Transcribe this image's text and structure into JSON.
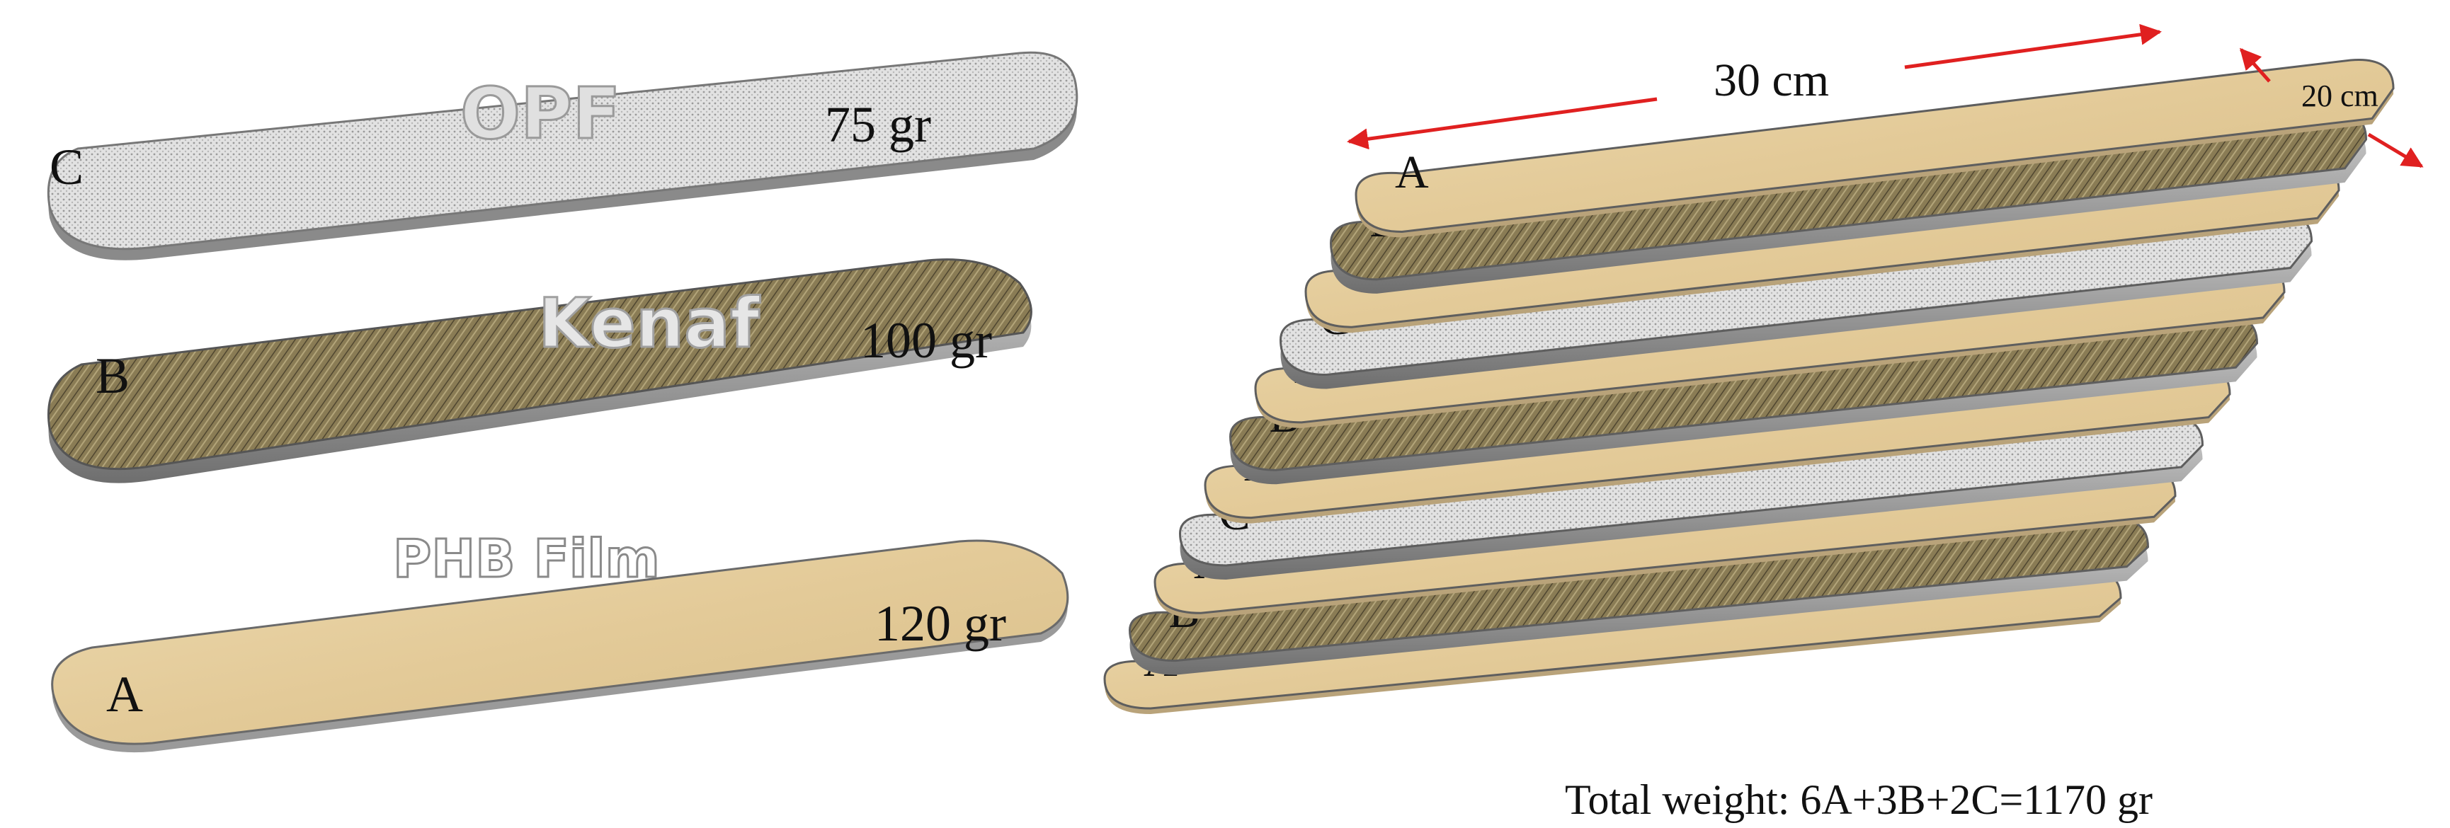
{
  "legend": {
    "opf": {
      "title": "OPF",
      "letter": "C",
      "weight": "75 gr"
    },
    "kenaf": {
      "title": "Kenaf",
      "letter": "B",
      "weight": "100 gr"
    },
    "phb": {
      "title": "PHB Film",
      "letter": "A",
      "weight": "120 gr"
    }
  },
  "dimensions": {
    "length": "30 cm",
    "width": "20 cm"
  },
  "stack": [
    {
      "letter": "A",
      "type": "A"
    },
    {
      "letter": "B",
      "type": "B"
    },
    {
      "letter": "A",
      "type": "A"
    },
    {
      "letter": "C",
      "type": "C"
    },
    {
      "letter": "A",
      "type": "A"
    },
    {
      "letter": "B",
      "type": "B"
    },
    {
      "letter": "A",
      "type": "A"
    },
    {
      "letter": "C",
      "type": "C"
    },
    {
      "letter": "A",
      "type": "A"
    },
    {
      "letter": "B",
      "type": "B"
    },
    {
      "letter": "A",
      "type": "A"
    }
  ],
  "total": "Total weight: 6A+3B+2C=1170 gr",
  "colors": {
    "phb": "#e6cf9f",
    "kenaf": "#847750",
    "opf": "#dcdcdc",
    "edge": "#8a8a8a",
    "arrow": "#e02020"
  }
}
